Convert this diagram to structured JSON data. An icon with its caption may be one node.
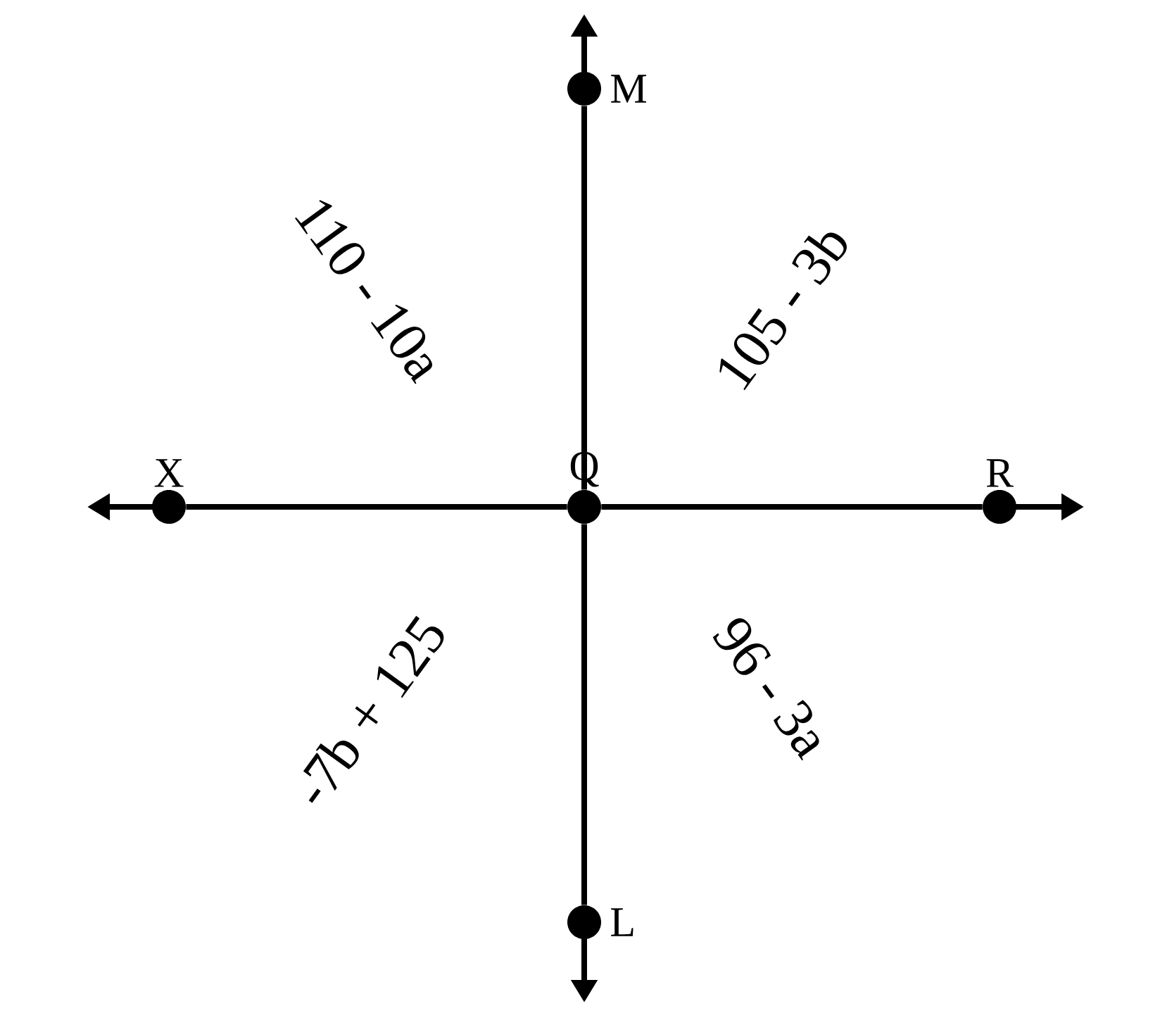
{
  "diagram": {
    "nodes": [
      {
        "text": [
          "M"
        ]
      },
      {
        "text": [
          "X"
        ]
      },
      {
        "text": [
          "Q"
        ]
      },
      {
        "text": [
          "R"
        ]
      },
      {
        "text": [
          "L"
        ]
      }
    ],
    "edges": [
      {
        "from": 0,
        "to": null,
        "arrow": "to"
      },
      {
        "from": 0,
        "to": 2,
        "arrow": "none"
      },
      {
        "from": 2,
        "to": 4,
        "arrow": "none"
      },
      {
        "from": 4,
        "to": null,
        "arrow": "to"
      },
      {
        "from": 1,
        "to": null,
        "arrow": "to"
      },
      {
        "from": 1,
        "to": 2,
        "arrow": "none"
      },
      {
        "from": 2,
        "to": 3,
        "arrow": "none"
      },
      {
        "from": 3,
        "to": null,
        "arrow": "to"
      }
    ],
    "labels": [
      "110 - 10a",
      "105 - 3b",
      "-7b + 125",
      "96 - 3a"
    ]
  }
}
